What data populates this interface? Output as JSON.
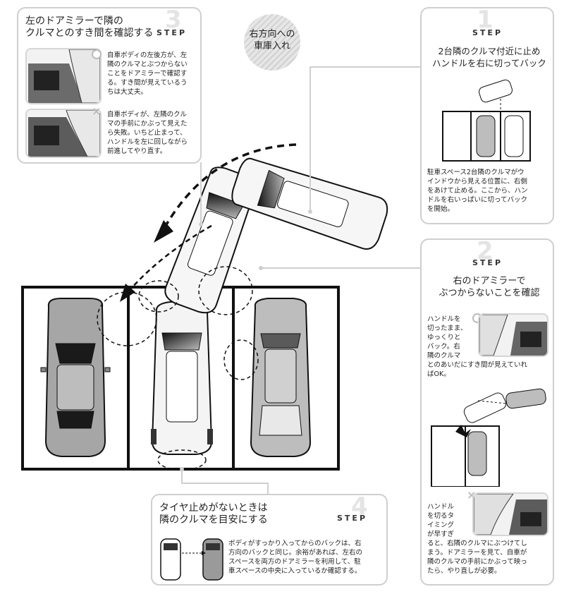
{
  "title": "右方向への\n車庫入れ",
  "step_label": "STEP",
  "step1": {
    "number": "1",
    "heading": "2台隣のクルマ付近に止め\nハンドルを右に切ってバック",
    "body": "駐車スペース2台隣のクルマがウ\nインドウから見える位置に、右側\nをあけて止める。ここから、ハン\nドルを右いっぱいに切ってバック\nを開始。"
  },
  "step2": {
    "number": "2",
    "heading": "右のドアミラーで\nぶつからないことを確認",
    "ok_text": "ハンドルを\n切ったまま、\nゆっくりと\nバック。右\n隣のクルマ\nとのあいだにすき間が見えていれ\nばOK。",
    "ng_text": "ハンドル\nを切るタ\nイミング\nが早すぎ\nると、右隣のクルマにぶつけてし\nまう。ドアミラーを見て、自車が\n隣のクルマの手前にかぶって映っ\nたら、やり直しが必要。"
  },
  "step3": {
    "number": "3",
    "heading": "左のドアミラーで隣の\nクルマとのすき間を確認する",
    "ok_text": "自車ボディの左後方が、左\n隣のクルマとぶつからない\nことをドアミラーで確認す\nる。すき間が見えているう\nちは大丈夫。",
    "ng_text": "自車ボディが、左隣のクル\nマの手前にかぶって見えた\nら失敗。いちど止まって、\nハンドルを左に回しながら\n前進してやり直す。"
  },
  "step4": {
    "number": "4",
    "heading": "タイヤ止めがないときは\n隣のクルマを目安にする",
    "body": "ボディがすっかり入ってからのバックは、右\n方向のバックと同じ。余裕があれば、左右の\nスペースを両方のドアミラーを利用して、駐\n車スペースの中央に入っているか確認する。"
  },
  "colors": {
    "panel_border": "#cfcfcf",
    "car_gray": "#9a9a9a",
    "car_white": "#f4f4f4",
    "line": "#111111"
  }
}
